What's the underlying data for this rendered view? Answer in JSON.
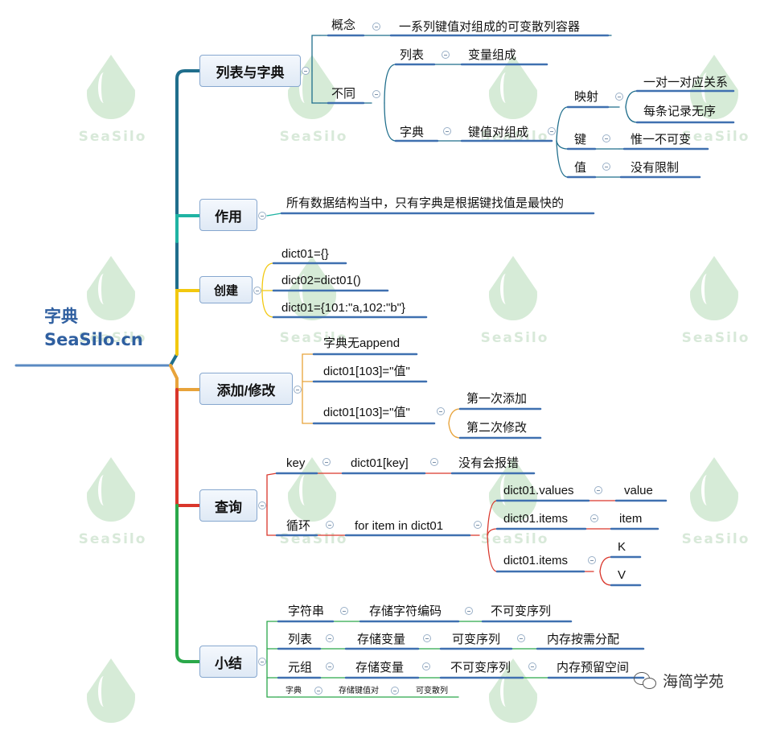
{
  "root": {
    "title": "字典",
    "site": "SeaSilo.cn"
  },
  "watermark": "SeaSilo",
  "brand": {
    "name": "海简学苑",
    "icon": "wechat-icon"
  },
  "colors": {
    "spine": "#2e6aa8",
    "b1": "#1f6e8c",
    "b2": "#1fb3a3",
    "b3": "#f2c80f",
    "b4": "#e8a33a",
    "b5": "#d9362b",
    "b6": "#2aa84a"
  },
  "branches": [
    {
      "label": "列表与字典"
    },
    {
      "label": "作用"
    },
    {
      "label": "创建"
    },
    {
      "label": "添加/修改"
    },
    {
      "label": "查询"
    },
    {
      "label": "小结"
    }
  ],
  "nodes": {
    "concept": "概念",
    "concept_def": "一系列键值对组成的可变散列容器",
    "diff": "不同",
    "list": "列表",
    "list_desc": "变量组成",
    "dict": "字典",
    "dict_desc": "键值对组成",
    "mapping": "映射",
    "one_to_one": "一对一对应关系",
    "unordered": "每条记录无序",
    "key": "键",
    "key_desc": "惟一不可变",
    "value": "值",
    "value_desc": "没有限制",
    "use_desc": "所有数据结构当中，只有字典是根据键找值是最快的",
    "create1": "dict01={}",
    "create2": "dict02=dict01()",
    "create3": "dict01={101:\"a,102:\"b\"}",
    "add1": "字典无append",
    "add2": "dict01[103]=\"值\"",
    "add3": "dict01[103]=\"值\"",
    "first_add": "第一次添加",
    "second_mod": "第二次修改",
    "q_key": "key",
    "q_dict_key": "dict01[key]",
    "q_error": "没有会报错",
    "q_loop": "循环",
    "q_for": "for item in dict01",
    "q_values": "dict01.values",
    "q_value": "value",
    "q_items1": "dict01.items",
    "q_item": "item",
    "q_items2": "dict01.items",
    "q_k": "K",
    "q_v": "V",
    "s_str": "字符串",
    "s_str_a": "存储字符编码",
    "s_str_b": "不可变序列",
    "s_list": "列表",
    "s_list_a": "存储变量",
    "s_list_b": "可变序列",
    "s_list_c": "内存按需分配",
    "s_tuple": "元组",
    "s_tuple_a": "存储变量",
    "s_tuple_b": "不可变序列",
    "s_tuple_c": "内存预留空间",
    "s_dict": "字典",
    "s_dict_a": "存储键值对",
    "s_dict_b": "可变散列"
  }
}
